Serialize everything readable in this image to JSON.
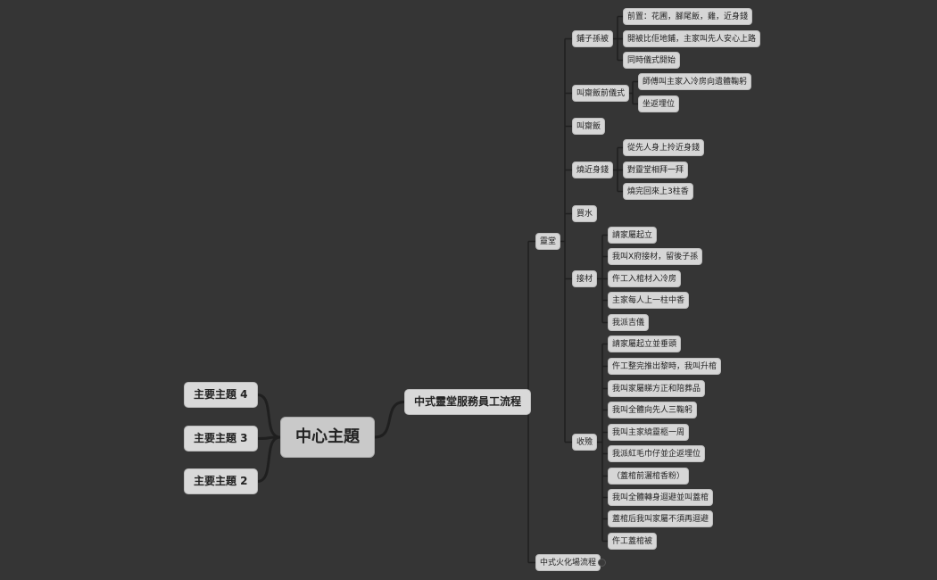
{
  "center": "中心主題",
  "main_topics": [
    "主要主題 4",
    "主要主題 3",
    "主要主題 2"
  ],
  "process_title": "中式靈堂服務員工流程",
  "hall": "靈堂",
  "cremation": "中式火化場流程",
  "groups": {
    "g1": {
      "label": "鋪子孫被",
      "items": [
        "前置：花圃，腳尾飯，雞，近身錢",
        "開被比佢地鋪，主家叫先人安心上路",
        "同時儀式開始"
      ]
    },
    "g2": {
      "label": "叫齋飯前儀式",
      "items": [
        "師傅叫主家入冷房向遺體鞠躬",
        "坐返埋位"
      ]
    },
    "g3": {
      "label": "叫齋飯",
      "items": []
    },
    "g4": {
      "label": "燒近身錢",
      "items": [
        "從先人身上拎近身錢",
        "對靈堂相拜一拜",
        "燒完回來上3柱香"
      ]
    },
    "g5": {
      "label": "買水",
      "items": []
    },
    "g6": {
      "label": "接材",
      "items": [
        "請家屬起立",
        "我叫X府接材，留後子孫",
        "仵工入棺材入冷房",
        "主家每人上一柱中香",
        "我派吉儀"
      ]
    },
    "g7": {
      "label": "收殮",
      "items": [
        "請家屬起立並垂頭",
        "仵工整完推出黎時，我叫升棺",
        "我叫家屬睇方正和陪葬品",
        "我叫全體向先人三鞠躬",
        "我叫主家繞靈柩一周",
        "我派紅毛巾仔並企返埋位",
        "（蓋棺前灑棺香粉）",
        "我叫全體轉身迴避並叫蓋棺",
        "蓋棺后我叫家屬不須再迴避",
        "仵工蓋棺被"
      ]
    }
  }
}
